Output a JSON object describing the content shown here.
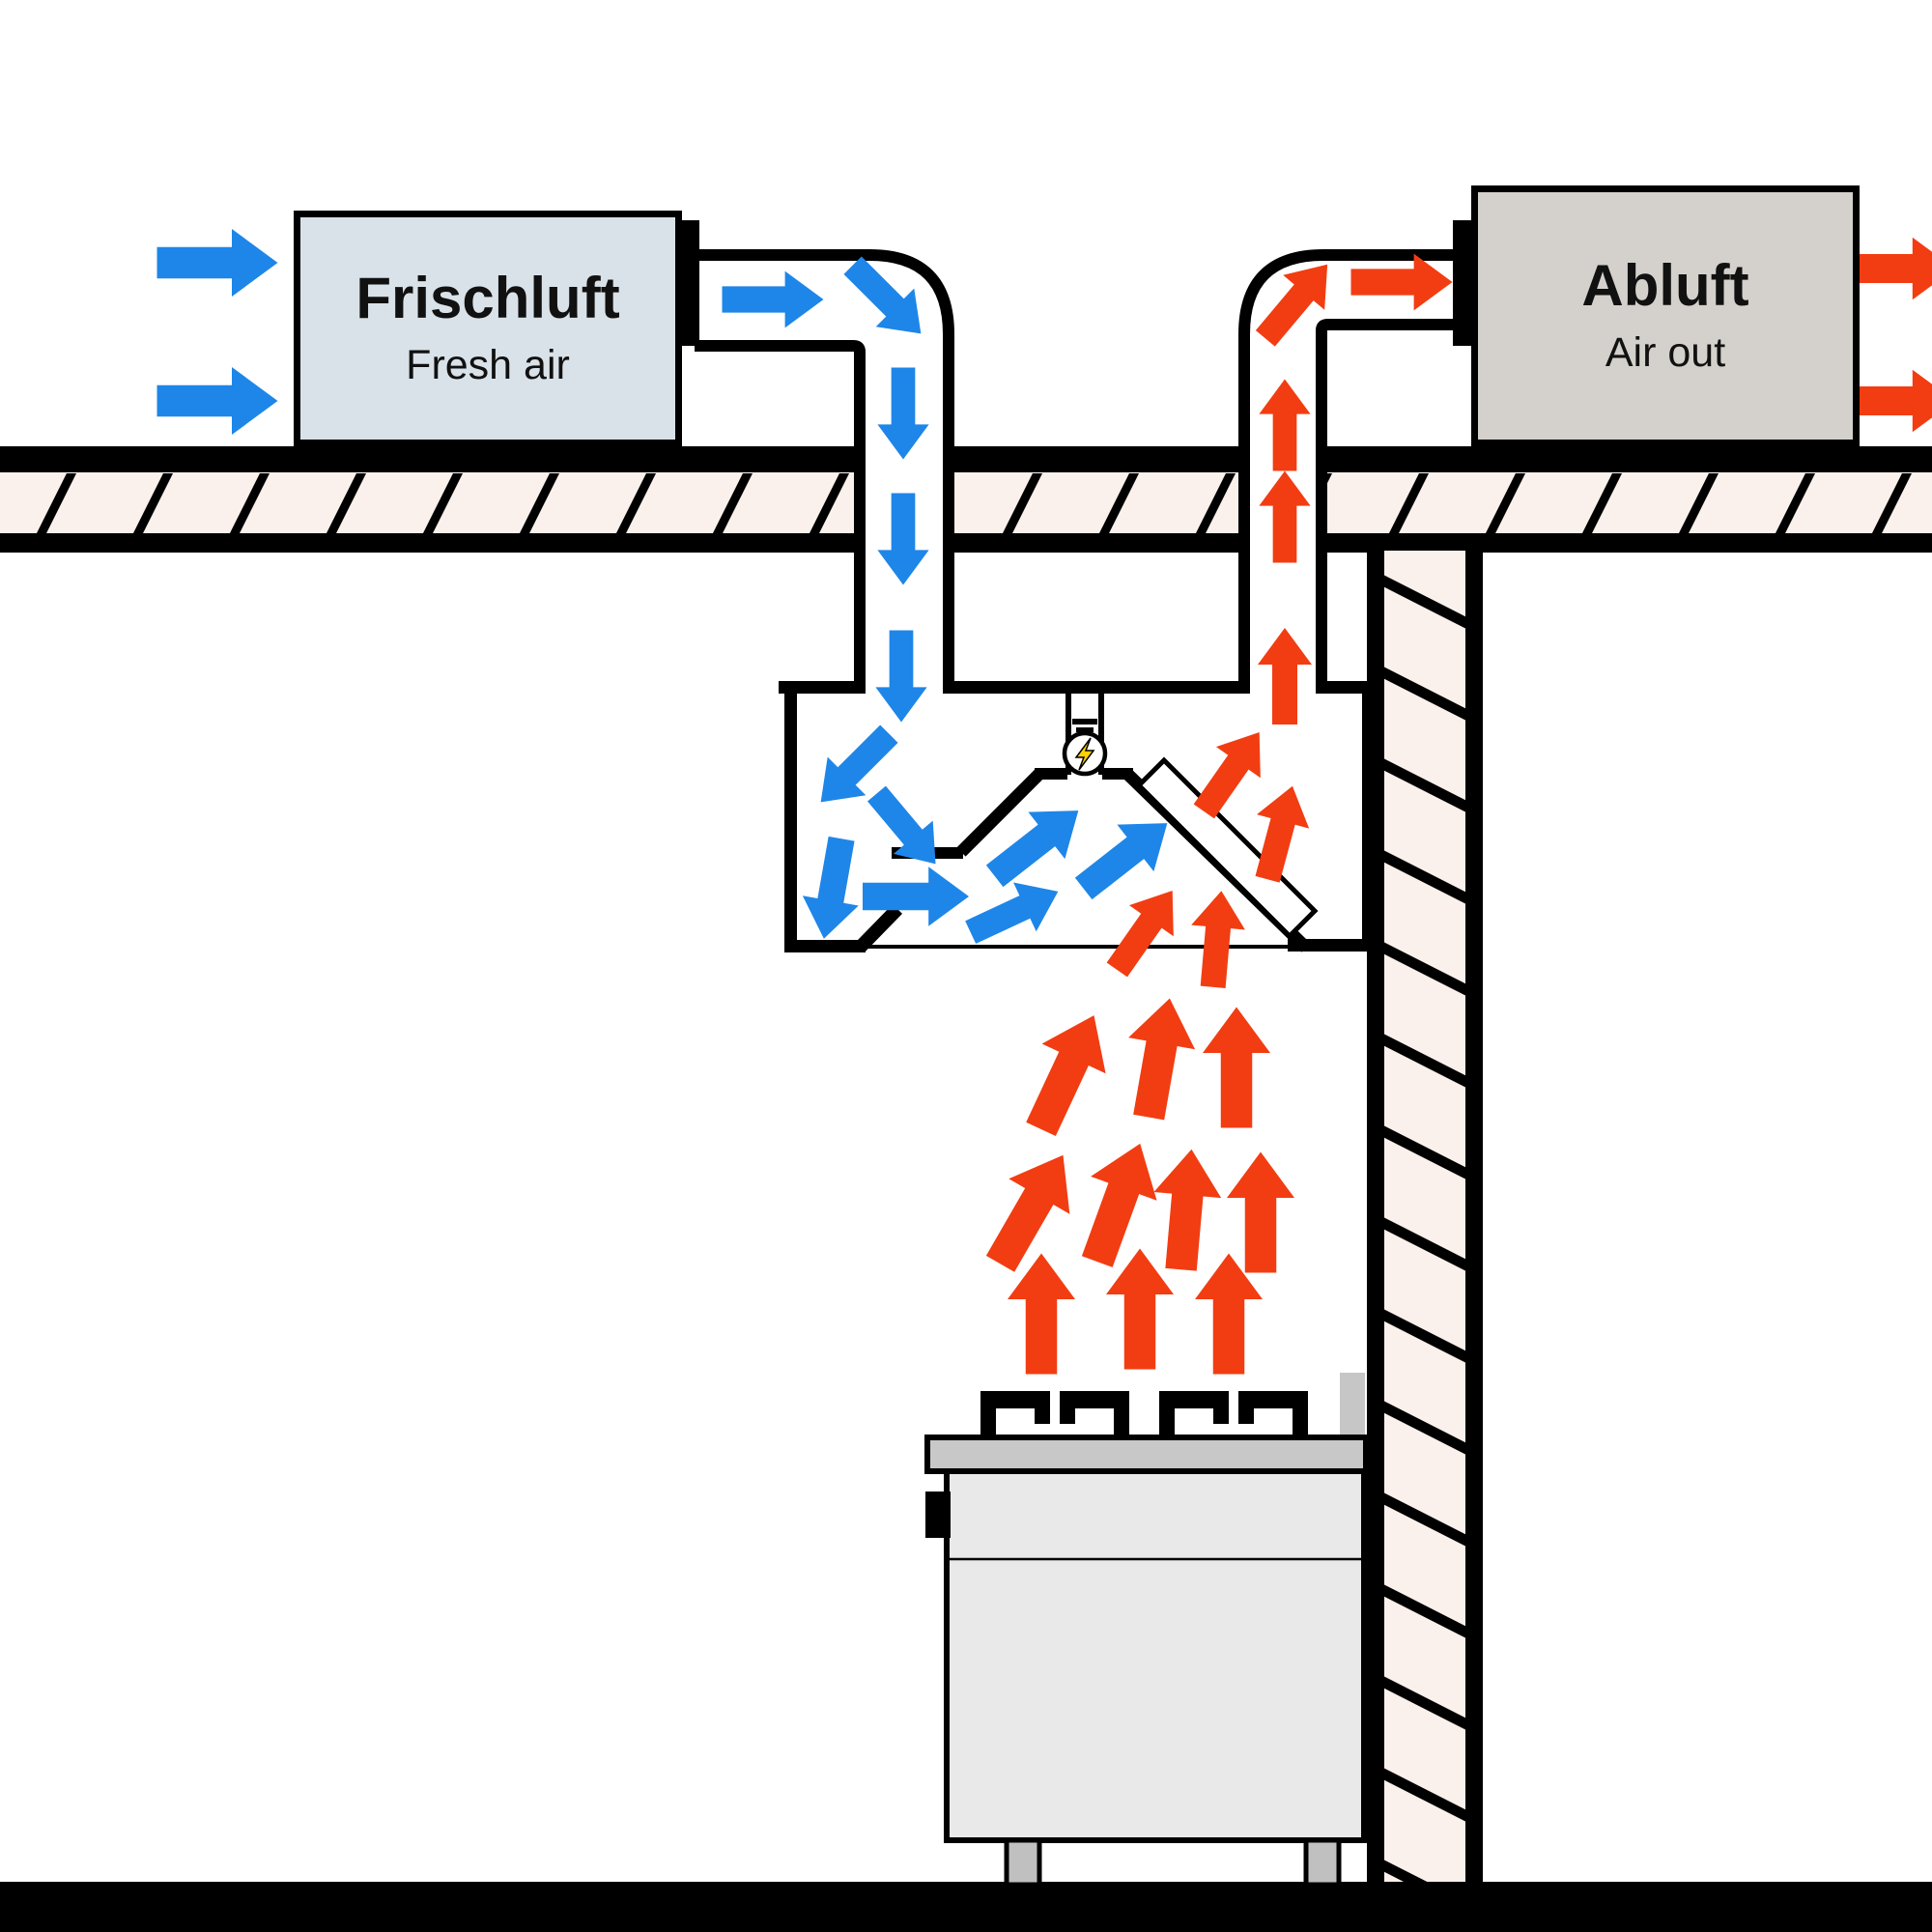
{
  "boxes": {
    "fresh_air": {
      "title": "Frischluft",
      "subtitle": "Fresh air"
    },
    "exhaust_air": {
      "title": "Abluft",
      "subtitle": "Air out"
    }
  },
  "colors": {
    "fresh_air_flow": "#1e86e8",
    "exhaust_flow": "#f23d12",
    "outline": "#000000",
    "hatch_fill": "#faf0ec",
    "fresh_box_fill": "#d9e2e8",
    "exhaust_box_fill": "#d4d1cc",
    "stove_top_fill": "#c8c8c8",
    "stove_body_fill": "#e9e9e9",
    "stove_leg_fill": "#c0c0c0",
    "backsplash_fill": "#c6c6c6",
    "bulb_bolt": "#ffd200"
  },
  "icons": {
    "hood_light": "light-bulb-lightning-icon"
  }
}
